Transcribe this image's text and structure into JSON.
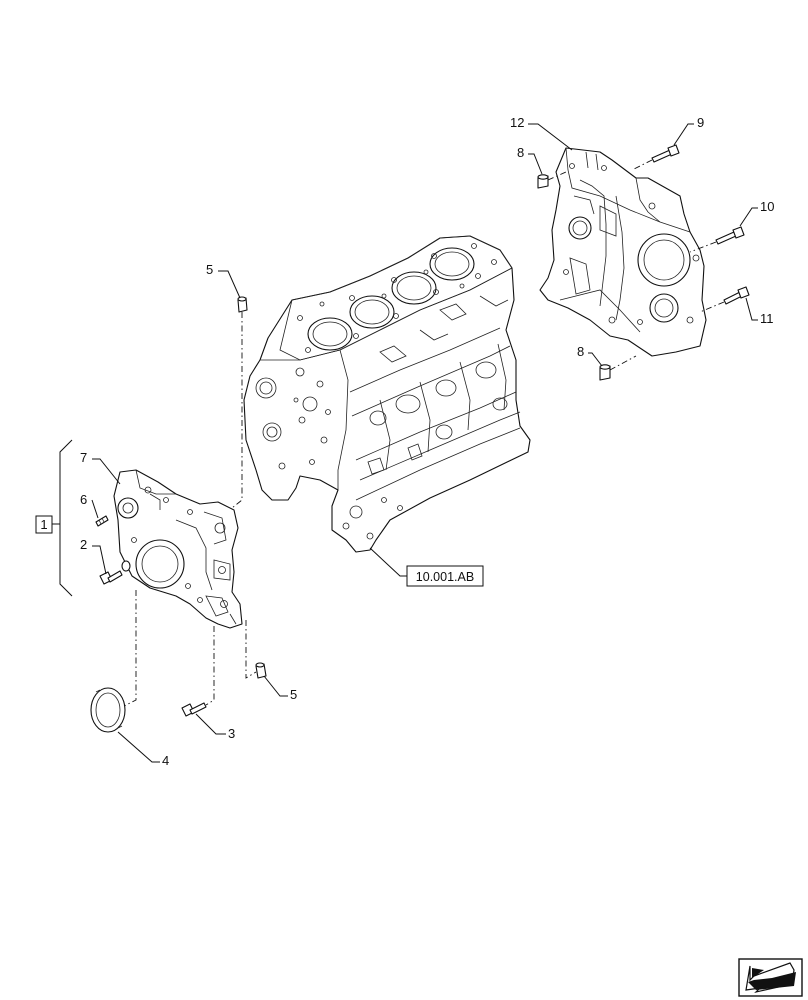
{
  "callouts": {
    "c1": "1",
    "c2": "2",
    "c3": "3",
    "c4": "4",
    "c5a": "5",
    "c5b": "5",
    "c6": "6",
    "c7": "7",
    "c8a": "8",
    "c8b": "8",
    "c9": "9",
    "c10": "10",
    "c11": "11",
    "c12": "12"
  },
  "reference": {
    "label": "10.001.AB"
  },
  "icons": {
    "nav": "next-page-arrow-icon"
  }
}
